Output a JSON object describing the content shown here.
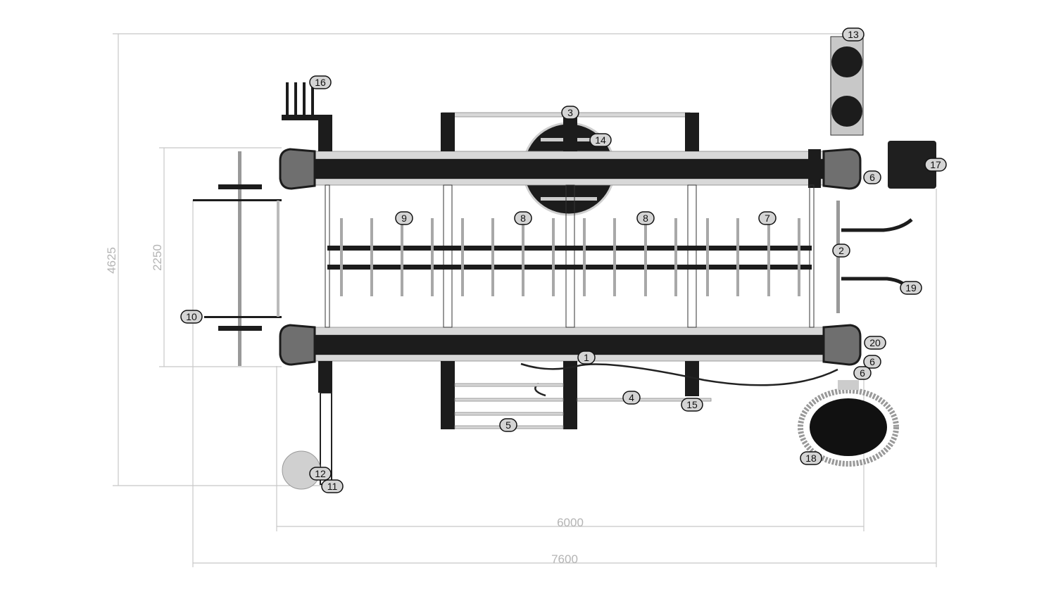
{
  "dimensions": {
    "total_height": "4625",
    "rig_depth": "2250",
    "rig_length": "6000",
    "total_length": "7600"
  },
  "callouts": {
    "c1": "1",
    "c2": "2",
    "c3": "3",
    "c4": "4",
    "c5": "5",
    "c6a": "6",
    "c6b": "6",
    "c6c": "6",
    "c7": "7",
    "c8a": "8",
    "c8b": "8",
    "c9": "9",
    "c10": "10",
    "c11": "11",
    "c12": "12",
    "c13": "13",
    "c14": "14",
    "c15": "15",
    "c16": "16",
    "c17": "17",
    "c18": "18",
    "c19": "19",
    "c20": "20"
  }
}
